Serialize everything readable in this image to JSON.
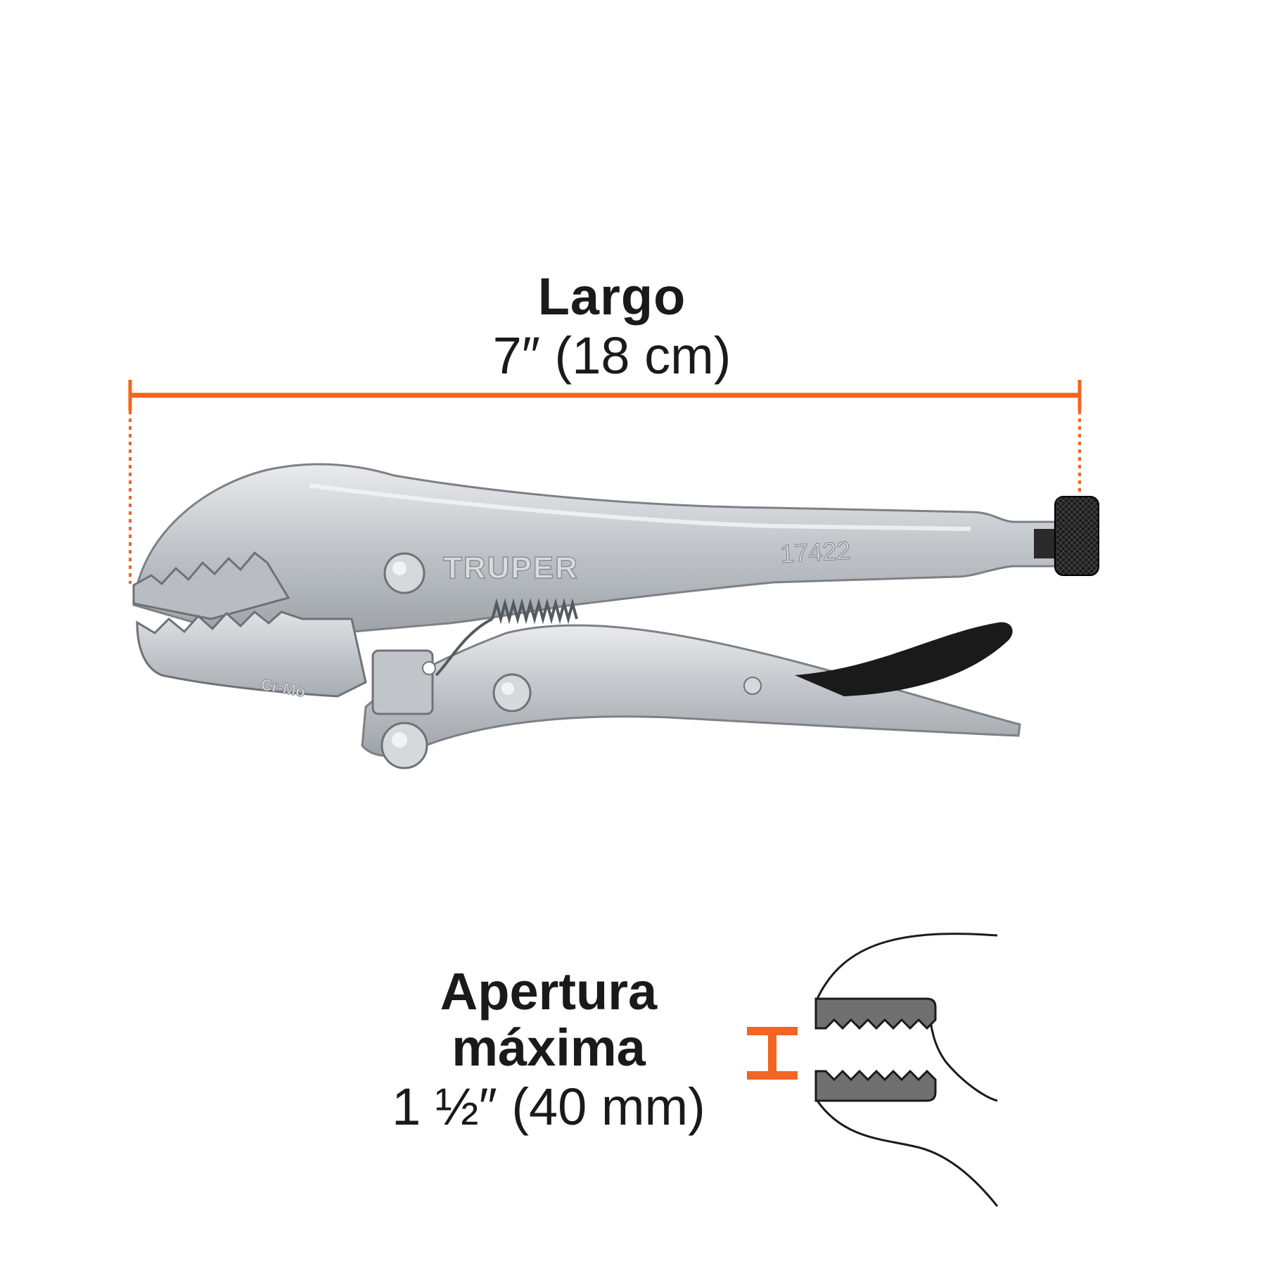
{
  "length": {
    "title": "Largo",
    "value": "7″ (18 cm)"
  },
  "opening": {
    "title_line1": "Apertura",
    "title_line2": "máxima",
    "value": "1 ½″ (40 mm)"
  },
  "tool": {
    "brand": "TRUPER",
    "model": "17422",
    "material_mark": "Cr-Mo"
  },
  "colors": {
    "accent": "#f26522",
    "steel": "#c9ccd0",
    "grip": "#1a1a1a",
    "jaw_fill": "#707070"
  }
}
